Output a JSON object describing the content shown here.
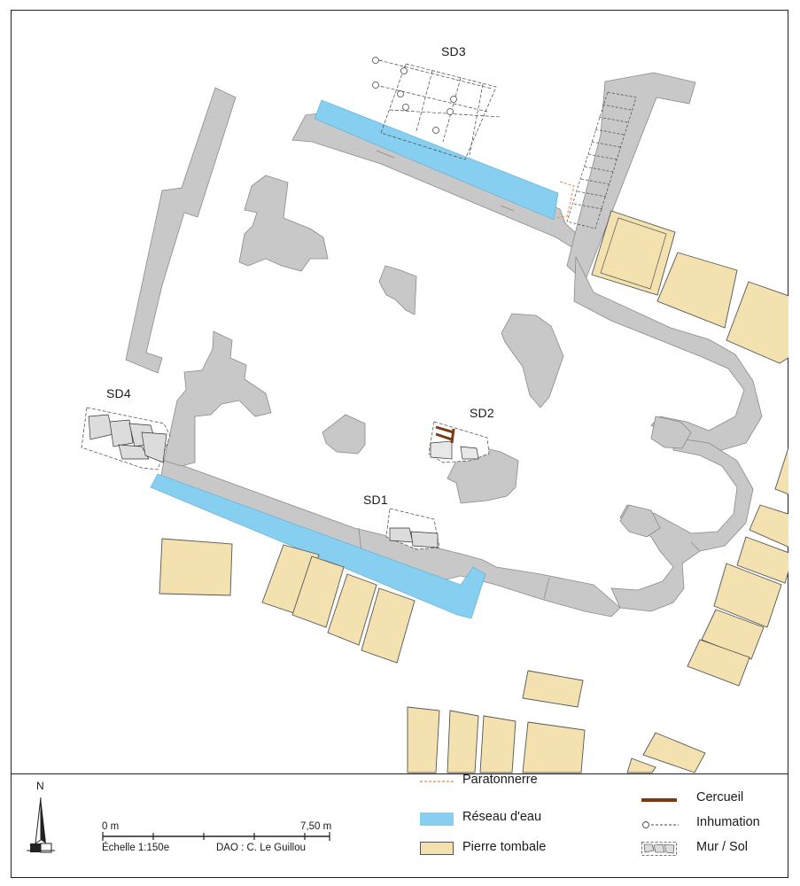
{
  "soundings": {
    "sd1": "SD1",
    "sd2": "SD2",
    "sd3": "SD3",
    "sd4": "SD4"
  },
  "legend": {
    "lightning_rod": "Paratonnerre",
    "water_network": "Réseau d'eau",
    "tombstone": "Pierre tombale",
    "coffin": "Cercueil",
    "burial": "Inhumation",
    "wall_floor": "Mur / Sol"
  },
  "scale": {
    "start": "0 m",
    "end": "7,50 m",
    "ratio": "Échelle 1:150e",
    "credit": "DAO : C. Le Guillou"
  },
  "north_label": "N",
  "colors": {
    "wall": "#c8c8c8",
    "water": "#86cff0",
    "tombstone": "#f3e2b0",
    "coffin": "#7a3b12",
    "lightning_rod": "#e8894a",
    "frame": "#222222"
  }
}
